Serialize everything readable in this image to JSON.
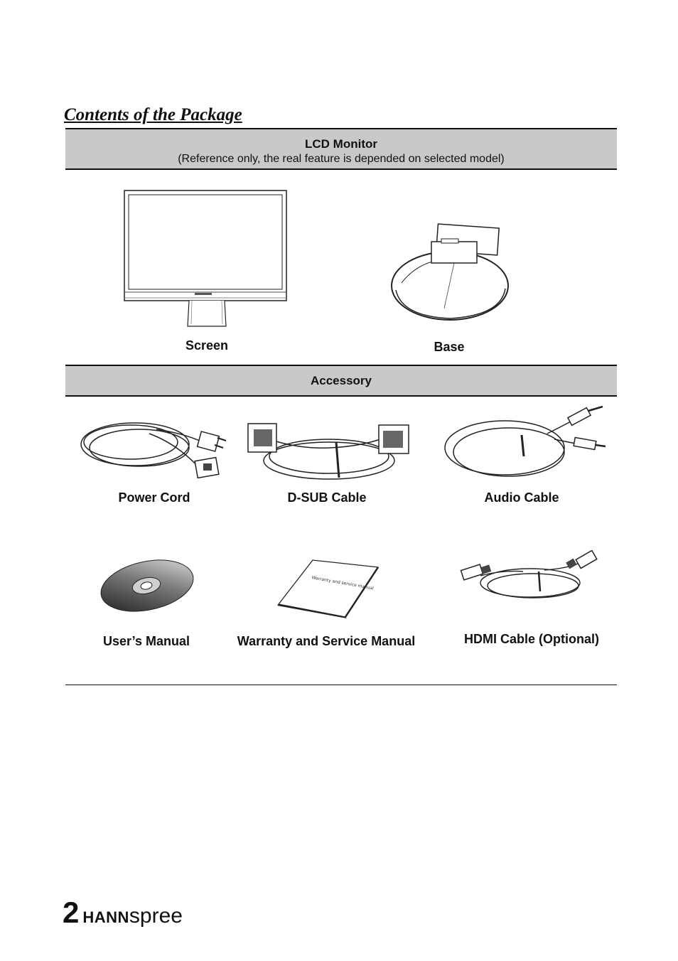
{
  "page": {
    "title": "Contents of the Package"
  },
  "lcd_section": {
    "heading": "LCD Monitor",
    "subheading": "(Reference only, the real feature is depended on selected model)",
    "items": [
      {
        "label": "Screen",
        "icon": "monitor-screen-icon"
      },
      {
        "label": "Base",
        "icon": "monitor-base-icon"
      }
    ]
  },
  "accessory_section": {
    "heading": "Accessory",
    "items": [
      {
        "label": "Power Cord",
        "icon": "power-cord-icon"
      },
      {
        "label": "D-SUB Cable",
        "icon": "dsub-cable-icon"
      },
      {
        "label": "Audio Cable",
        "icon": "audio-cable-icon"
      },
      {
        "label": "User’s Manual",
        "icon": "cd-disc-icon"
      },
      {
        "label": "Warranty and Service Manual",
        "icon": "booklet-icon"
      },
      {
        "label": "HDMI Cable (Optional)",
        "icon": "hdmi-cable-icon"
      }
    ]
  },
  "booklet_text": "Warranty and service manual",
  "footer": {
    "page_number": "2",
    "brand_bold": "HANN",
    "brand_light": "spree"
  }
}
